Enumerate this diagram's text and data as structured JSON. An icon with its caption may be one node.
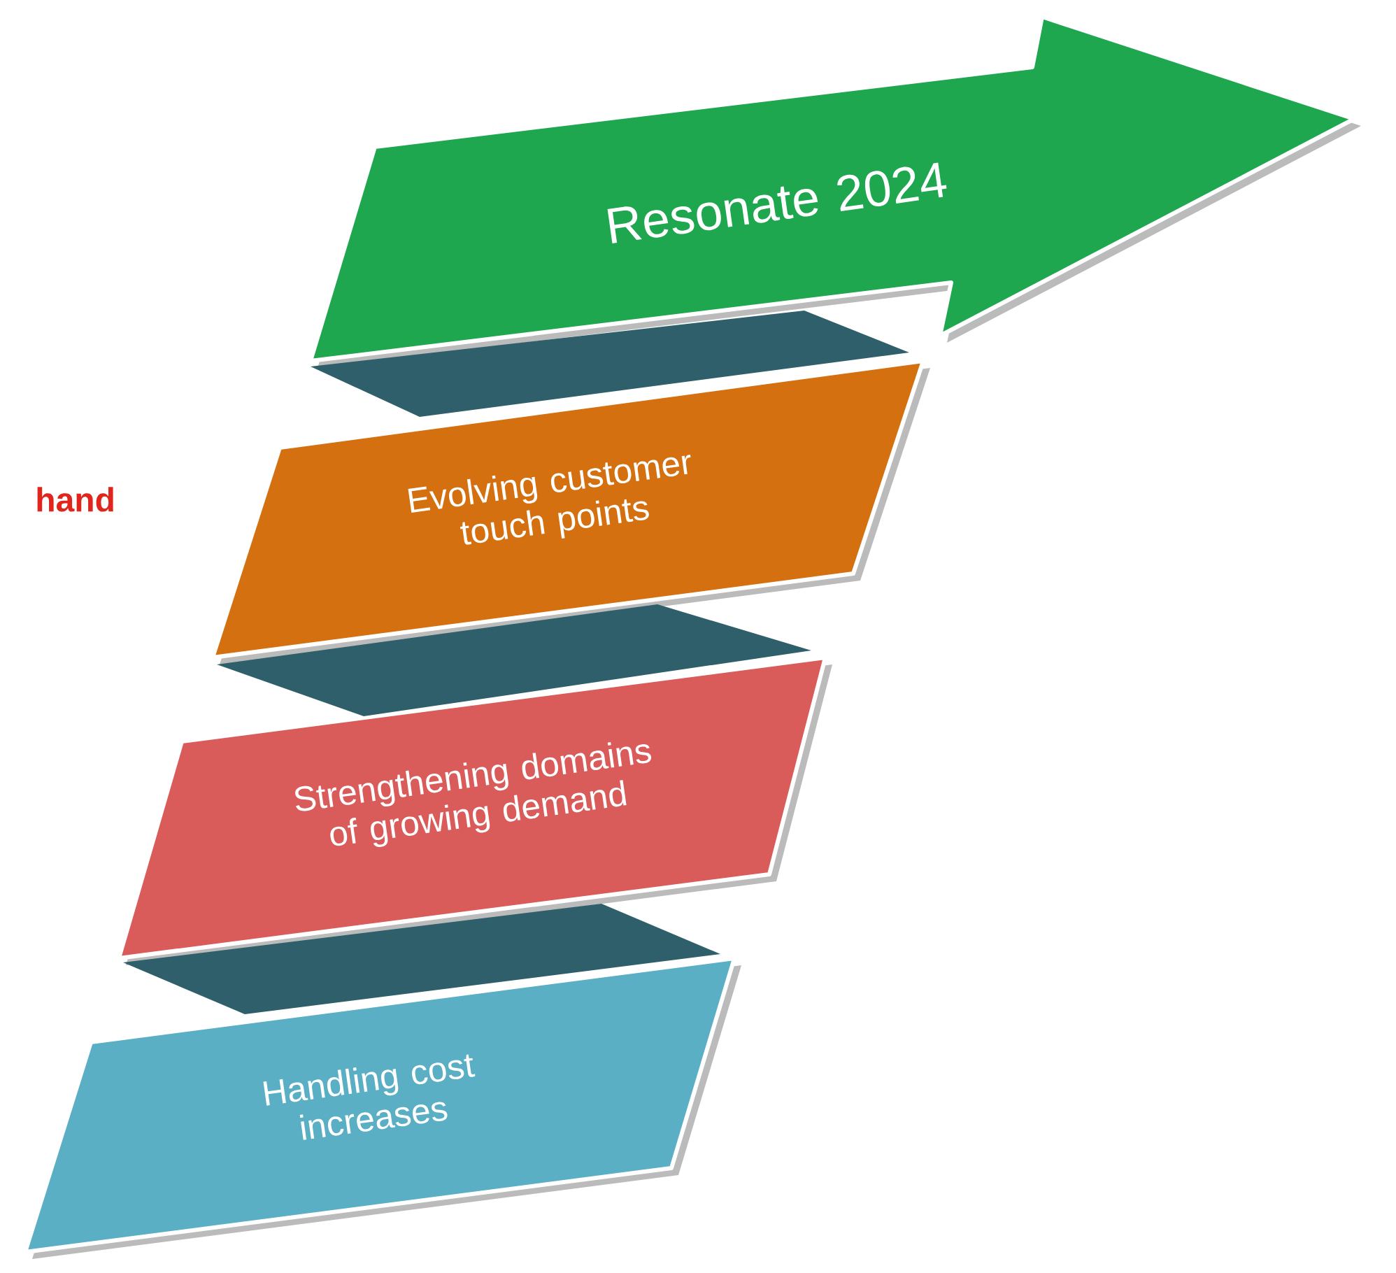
{
  "diagram": {
    "nodes": [
      {
        "text": [
          "Resonate 2024"
        ]
      },
      {
        "text": [
          "Evolving customer touch points"
        ]
      },
      {
        "text": [
          "Strengthening domains of growing demand"
        ]
      },
      {
        "text": [
          "Handling cost increases"
        ]
      },
      {
        "text": [],
        "shape": "bar"
      },
      {
        "text": [],
        "shape": "bar"
      },
      {
        "text": [],
        "shape": "bar"
      }
    ],
    "labels": [
      "hand"
    ]
  }
}
